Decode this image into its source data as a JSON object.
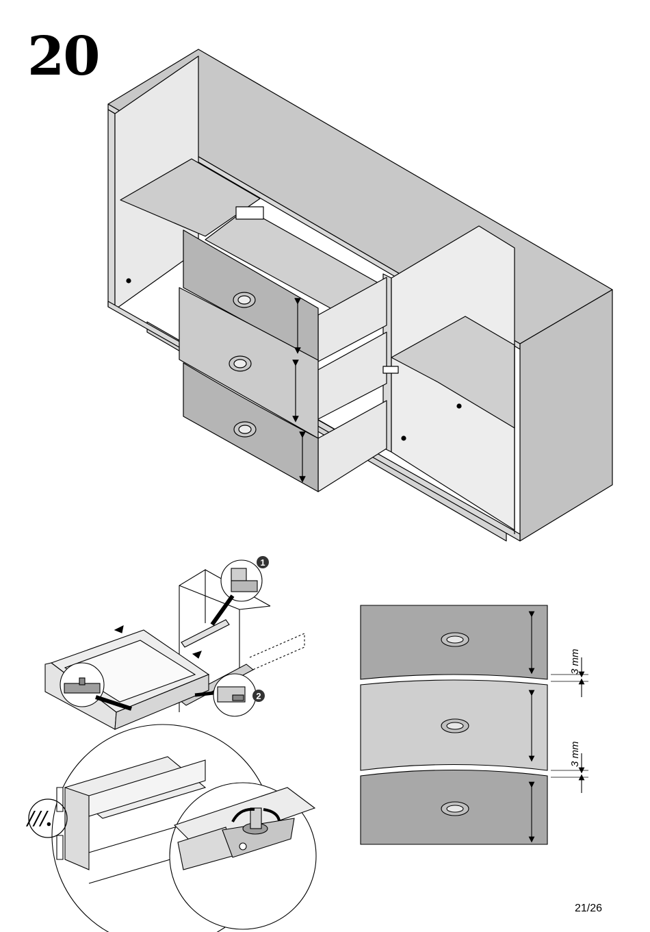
{
  "step": {
    "number": "20"
  },
  "callouts": {
    "one": "1",
    "two": "2"
  },
  "detail": {
    "roman": "///."
  },
  "gap": {
    "top_label": "3 mm",
    "bottom_label": "3 mm"
  },
  "footer": {
    "page": "21/26"
  }
}
